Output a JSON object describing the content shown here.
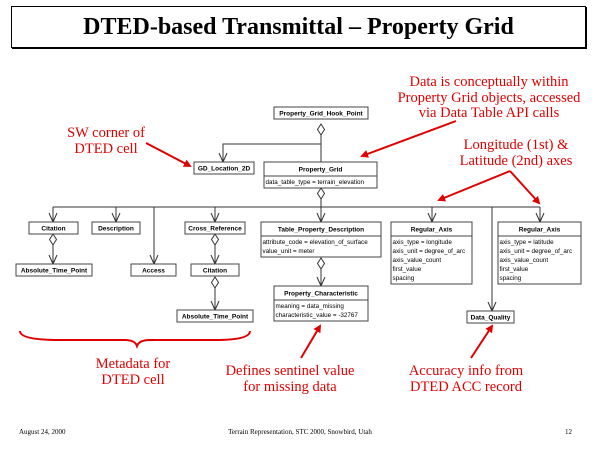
{
  "slide": {
    "title": "DTED-based Transmittal – Property Grid",
    "footer": {
      "date": "August 24, 2000",
      "event": "Terrain Representation, STC 2000, Snowbird, Utah",
      "page_number": "12"
    }
  },
  "classes": {
    "hook_point": {
      "name": "Property_Grid_Hook_Point",
      "attrs": []
    },
    "gd_location": {
      "name": "GD_Location_2D",
      "attrs": []
    },
    "property_grid": {
      "name": "Property_Grid",
      "attrs": [
        "data_table_type = terrain_elevation"
      ]
    },
    "citation_1": {
      "name": "Citation",
      "attrs": []
    },
    "description": {
      "name": "Description",
      "attrs": []
    },
    "access": {
      "name": "Access",
      "attrs": []
    },
    "cross_reference": {
      "name": "Cross_Reference",
      "attrs": []
    },
    "abs_time_1": {
      "name": "Absolute_Time_Point",
      "attrs": []
    },
    "citation_2": {
      "name": "Citation",
      "attrs": []
    },
    "abs_time_2": {
      "name": "Absolute_Time_Point",
      "attrs": []
    },
    "table_prop_desc": {
      "name": "Table_Property_Description",
      "attrs": [
        "attribute_code = elevation_of_surface",
        "value_unit = meter"
      ]
    },
    "prop_char": {
      "name": "Property_Characteristic",
      "attrs": [
        "meaning = data_missing",
        "characteristic_value = -32767"
      ]
    },
    "regular_axis_1": {
      "name": "Regular_Axis",
      "attrs": [
        "axis_type = longitude",
        "axis_unit = degree_of_arc",
        "axis_value_count",
        "first_value",
        "spacing"
      ]
    },
    "regular_axis_2": {
      "name": "Regular_Axis",
      "attrs": [
        "axis_type = latitude",
        "axis_unit = degree_of_arc",
        "axis_value_count",
        "first_value",
        "spacing"
      ]
    },
    "data_quality": {
      "name": "Data_Quality",
      "attrs": []
    }
  },
  "annotations": {
    "data_concept": [
      "Data is conceptually within",
      "Property Grid objects, accessed",
      "via Data Table API calls"
    ],
    "sw_corner": [
      "SW corner of",
      "DTED cell"
    ],
    "axes": [
      "Longitude (1st) &",
      "Latitude (2nd) axes"
    ],
    "metadata": [
      "Metadata for",
      "DTED cell"
    ],
    "sentinel": [
      "Defines sentinel value",
      "for missing data"
    ],
    "accuracy": [
      "Accuracy info from",
      "DTED ACC record"
    ]
  },
  "colors": {
    "annotation": "#e00000",
    "line": "#333333"
  }
}
